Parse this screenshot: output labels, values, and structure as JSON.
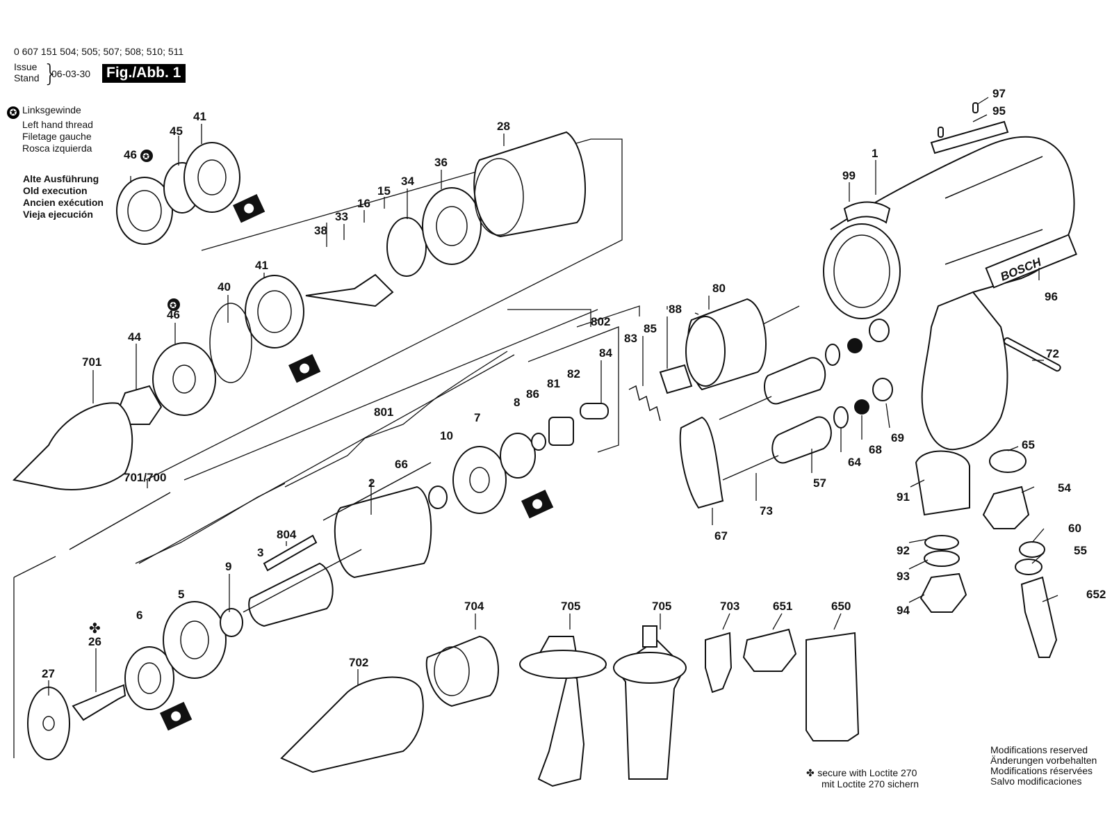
{
  "header": {
    "model_numbers": "0 607 151 504; 505; 507; 508; 510; 511",
    "issue_label": "Issue",
    "stand_label": "Stand",
    "issue_date": "06-03-30",
    "figure_label": "Fig./Abb. 1"
  },
  "legend": {
    "left_thread_symbol_icon": "star-circle-icon",
    "left_thread_lines": [
      "Linksgewinde",
      "Left hand thread",
      "Filetage gauche",
      "Rosca izquierda"
    ],
    "old_execution_lines": [
      "Alte Ausführung",
      "Old execution",
      "Ancien exécution",
      "Vieja ejecución"
    ]
  },
  "brand": "BOSCH",
  "part_numbers": [
    "97",
    "95",
    "1",
    "99",
    "96",
    "72",
    "65",
    "54",
    "60",
    "55",
    "652",
    "91",
    "92",
    "93",
    "94",
    "69",
    "68",
    "64",
    "57",
    "73",
    "67",
    "80",
    "88",
    "85",
    "83",
    "84",
    "802",
    "82",
    "81",
    "86",
    "8",
    "7",
    "10",
    "801",
    "66",
    "2",
    "804",
    "3",
    "9",
    "5",
    "6",
    "26",
    "27",
    "702",
    "704",
    "705",
    "705",
    "703",
    "651",
    "650",
    "701",
    "701/700",
    "44",
    "46",
    "40",
    "41",
    "38",
    "33",
    "16",
    "15",
    "34",
    "36",
    "28",
    "41",
    "45",
    "46"
  ],
  "footnotes": {
    "loctite_symbol": "club-icon",
    "loctite_lines": [
      "secure with Loctite 270",
      "mit Loctite 270 sichern"
    ],
    "modifications_lines": [
      "Modifications reserved",
      "Änderungen vorbehalten",
      "Modifications réservées",
      "Salvo modificaciones"
    ]
  }
}
